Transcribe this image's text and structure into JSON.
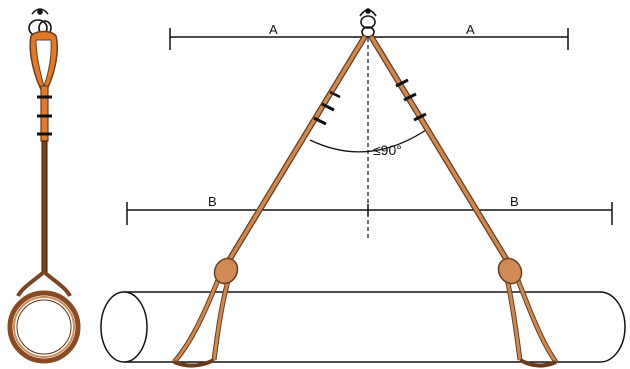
{
  "dimensions": {
    "top_left_label": "A",
    "top_right_label": "A",
    "mid_left_label": "B",
    "mid_right_label": "B"
  },
  "angle": {
    "label": "≤90°"
  },
  "colors": {
    "sling": "#c98a55",
    "sling_dark": "#6b3b1a",
    "sling_eye": "#e07a2c",
    "line": "#111111",
    "pipe": "#111111"
  },
  "icons": [
    "shackle-icon",
    "hook-icon",
    "sling-eye-icon",
    "pipe-icon"
  ]
}
